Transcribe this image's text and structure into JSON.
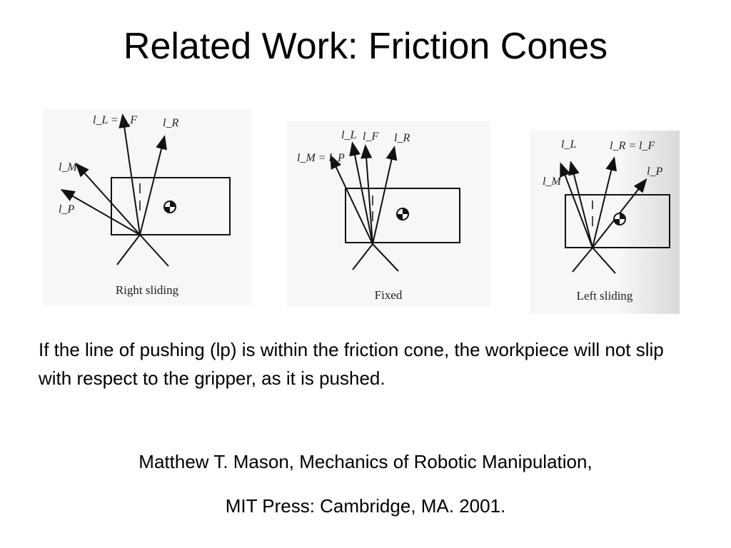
{
  "slide": {
    "title": "Related Work: Friction Cones"
  },
  "figures": [
    {
      "caption": "Right sliding",
      "labels": {
        "top_left": "l_L = l_F",
        "top_right": "l_R",
        "mid": "l_M",
        "low": "l_P"
      }
    },
    {
      "caption": "Fixed",
      "labels": {
        "a": "l_L",
        "b": "l_F",
        "c": "l_R",
        "d": "l_M = l_P"
      }
    },
    {
      "caption": "Left sliding",
      "labels": {
        "a": "l_L",
        "b": "l_R = l_F",
        "c": "l_P",
        "d": "l_M"
      }
    }
  ],
  "body": {
    "paragraph": "If the line of pushing (lp) is within the friction cone, the workpiece will not slip with respect to the gripper, as it is pushed."
  },
  "reference": {
    "line1": "Matthew T. Mason, Mechanics of Robotic Manipulation,",
    "line2": "MIT Press: Cambridge, MA. 2001."
  }
}
